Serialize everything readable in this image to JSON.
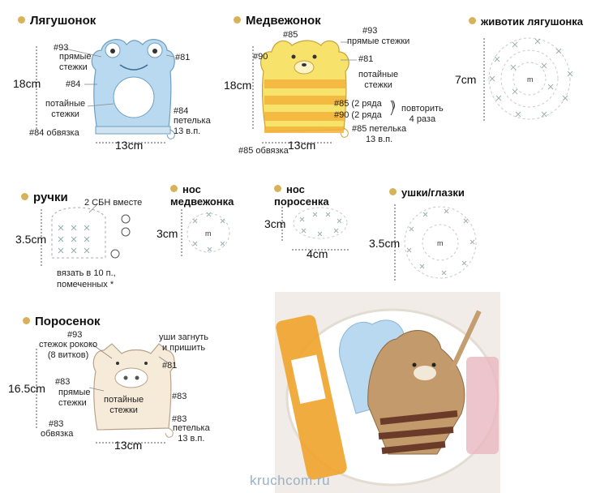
{
  "sections": {
    "frog": {
      "title": "Лягушонок",
      "dim_h": "18cm",
      "dim_w": "13cm",
      "labels": {
        "n93": "#93",
        "straight": "прямые\nстежки",
        "n81": "#81",
        "n84": "#84",
        "hidden": "потайные\nстежки",
        "n84b": "#84",
        "loop": "петелька\n13 в.п.",
        "trim": "#84 обвязка"
      }
    },
    "bear": {
      "title": "Медвежонок",
      "dim_h": "18cm",
      "dim_w": "13cm",
      "labels": {
        "n85": "#85",
        "n93": "#93",
        "straight": "прямые стежки",
        "n90": "#90",
        "n81": "#81",
        "hidden": "потайные\nстежки",
        "r85": "#85 (2 ряда",
        "r90": "#90 (2 ряда",
        "repeat": "повторить\n4 раза",
        "loop": "#85 петелька\n13 в.п.",
        "trim": "#85 обвязка"
      }
    },
    "belly": {
      "title": "животик лягушонка",
      "dim": "7cm"
    },
    "handles": {
      "title": "ручки",
      "dim": "3.5cm",
      "note_top": "2 СБН вместе",
      "note_bottom": "вязать в 10 п.,\nпомеченных *"
    },
    "bear_nose": {
      "title": "нос\nмедвежонка",
      "dim": "3cm"
    },
    "pig_nose": {
      "title": "нос\nпоросенка",
      "dim_h": "3cm",
      "dim_w": "4cm"
    },
    "ears": {
      "title": "ушки/глазки",
      "dim": "3.5cm"
    },
    "pig": {
      "title": "Поросенок",
      "dim_h": "16.5cm",
      "dim_w": "13cm",
      "labels": {
        "n93": "#93",
        "rococo": "стежок рококо\n(8 витков)",
        "ears": "уши загнуть\nи пришить",
        "n81": "#81",
        "n83a": "#83",
        "straight": "прямые\nстежки",
        "hidden": "потайные\nстежки",
        "n83b": "#83",
        "n83c": "#83",
        "trim": "обвязка",
        "n83d": "#83",
        "loop": "петелька\n13 в.п."
      }
    }
  },
  "watermark": "kruchcom.ru",
  "colors": {
    "frog_blue": "#b9d9f0",
    "bear_yellow": "#f7e36b",
    "bear_orange": "#f3b23a",
    "pig_pink": "#f6ead8",
    "bullet": "#d8b25a",
    "watermark": "#9ab0c6"
  }
}
